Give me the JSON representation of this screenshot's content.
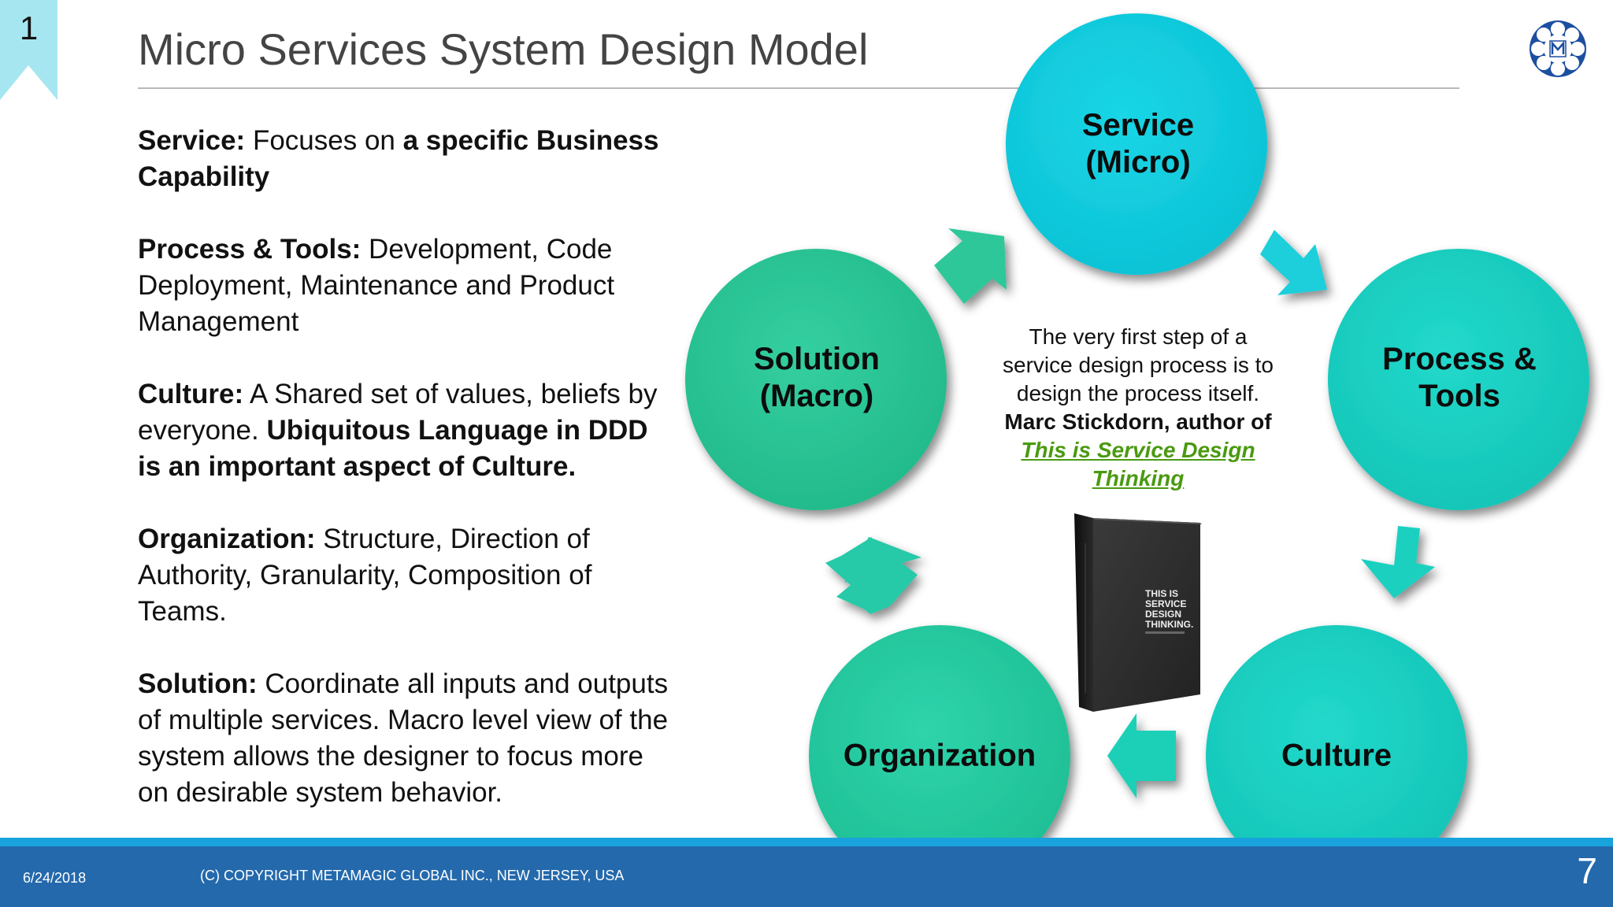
{
  "slide_number": "1",
  "title": "Micro Services System Design Model",
  "descriptions": {
    "service": {
      "term": "Service:",
      "text": " Focuses on ",
      "bold": "a specific Business Capability"
    },
    "process": {
      "term": "Process & Tools:",
      "text": " Development, Code Deployment, Maintenance and Product Management"
    },
    "culture": {
      "term": "Culture:",
      "text": " A Shared set of values, beliefs by everyone. ",
      "bold": "Ubiquitous Language in DDD is an important aspect of Culture."
    },
    "organization": {
      "term": "Organization:",
      "text": " Structure, Direction of Authority, Granularity, Composition of Teams."
    },
    "solution": {
      "term": "Solution:",
      "text": " Coordinate all inputs and outputs of multiple services. Macro level view of the system allows the designer to focus more on desirable system behavior."
    }
  },
  "nodes": {
    "service": {
      "line1": "Service",
      "line2": "(Micro)"
    },
    "process": {
      "line1": "Process &",
      "line2": "Tools"
    },
    "culture": {
      "line1": "Culture"
    },
    "organization": {
      "line1": "Organization"
    },
    "solution": {
      "line1": "Solution",
      "line2": "(Macro)"
    }
  },
  "quote": {
    "line1": "The very first step of a",
    "line2": "service design process is to",
    "line3": "design the process itself.",
    "author": "Marc Stickdorn, author of",
    "book_line1": "This is Service Design",
    "book_line2": "Thinking"
  },
  "book_cover_text": [
    "THIS IS",
    "SERVICE",
    "DESIGN",
    "THINKING."
  ],
  "footer": {
    "date": "6/24/2018",
    "copyright": "(C) COPYRIGHT METAMAGIC GLOBAL INC., NEW JERSEY, USA",
    "page": "7"
  },
  "colors": {
    "cyan": "#14cfe0",
    "teal": "#1fd0b8",
    "green": "#2ec896",
    "footer_blue": "#2469ac",
    "footer_stripe": "#19a3dd",
    "tab": "#a6e6f1",
    "link_green": "#4a9a10"
  },
  "icons": [
    "logo-icon"
  ]
}
